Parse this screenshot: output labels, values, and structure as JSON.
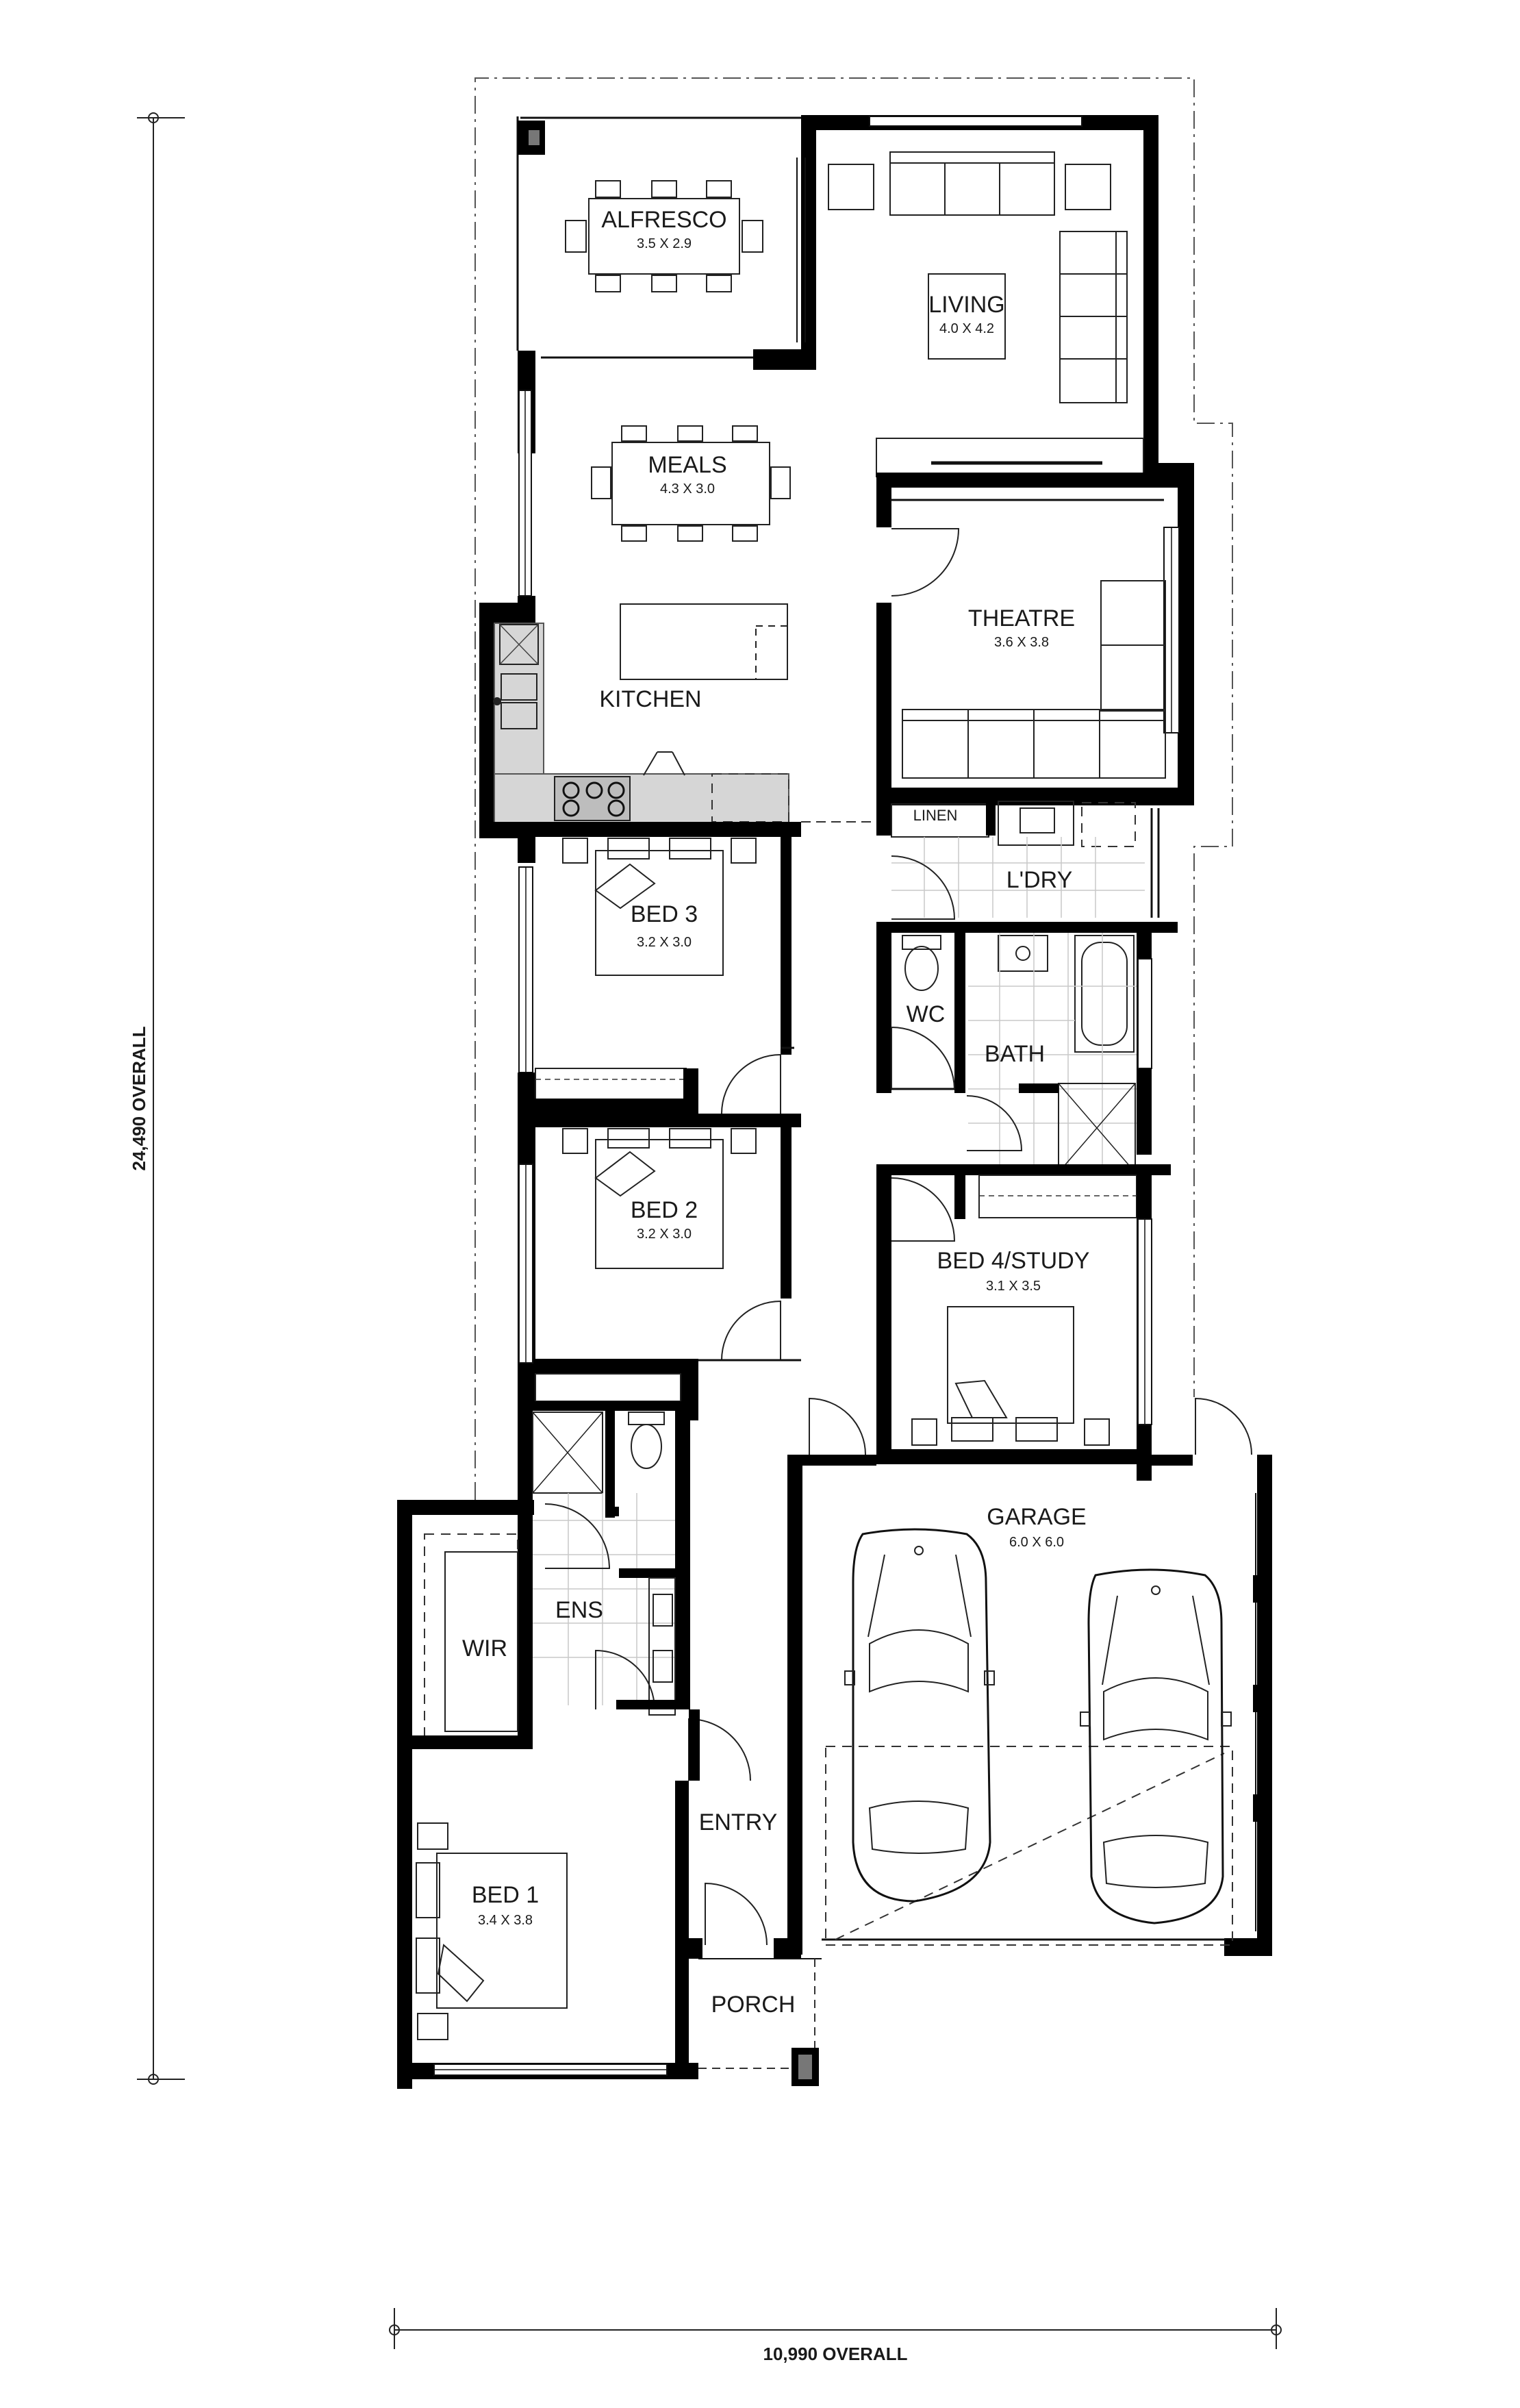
{
  "plan": {
    "rooms": [
      {
        "key": "alfresco",
        "name": "ALFRESCO",
        "dims": "3.5 X 2.9"
      },
      {
        "key": "living",
        "name": "LIVING",
        "dims": "4.0 X 4.2"
      },
      {
        "key": "meals",
        "name": "MEALS",
        "dims": "4.3 X 3.0"
      },
      {
        "key": "theatre",
        "name": "THEATRE",
        "dims": "3.6 X 3.8"
      },
      {
        "key": "kitchen",
        "name": "KITCHEN",
        "dims": ""
      },
      {
        "key": "linen",
        "name": "LINEN",
        "dims": ""
      },
      {
        "key": "laundry",
        "name": "L'DRY",
        "dims": ""
      },
      {
        "key": "bed3",
        "name": "BED 3",
        "dims": "3.2 X 3.0"
      },
      {
        "key": "wc",
        "name": "WC",
        "dims": ""
      },
      {
        "key": "bath",
        "name": "BATH",
        "dims": ""
      },
      {
        "key": "bed2",
        "name": "BED 2",
        "dims": "3.2 X 3.0"
      },
      {
        "key": "bed4",
        "name": "BED 4/STUDY",
        "dims": "3.1 X 3.5"
      },
      {
        "key": "garage",
        "name": "GARAGE",
        "dims": "6.0 X 6.0"
      },
      {
        "key": "ens",
        "name": "ENS",
        "dims": ""
      },
      {
        "key": "wir",
        "name": "WIR",
        "dims": ""
      },
      {
        "key": "entry",
        "name": "ENTRY",
        "dims": ""
      },
      {
        "key": "bed1",
        "name": "BED 1",
        "dims": "3.4 X 3.8"
      },
      {
        "key": "porch",
        "name": "PORCH",
        "dims": ""
      }
    ],
    "dimensions": {
      "overall_depth": "24,490 OVERALL",
      "overall_width": "10,990 OVERALL"
    }
  }
}
